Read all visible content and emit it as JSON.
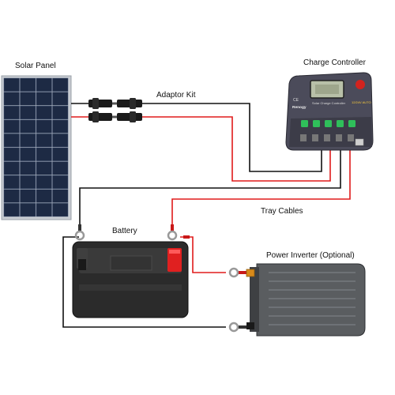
{
  "labels": {
    "solar_panel": "Solar Panel",
    "adaptor_kit": "Adaptor Kit",
    "charge_controller": "Charge Controller",
    "tray_cables": "Tray Cables",
    "battery": "Battery",
    "power_inverter": "Power Inverter (Optional)"
  },
  "controller": {
    "brand": "Renogy",
    "model_text": "Solar Charge Controller",
    "voltage_text": "12/24V AUTO",
    "ce_mark": "CE"
  },
  "colors": {
    "positive_wire": "#e01b1b",
    "negative_wire": "#111111",
    "panel_cell": "#1d2a44",
    "panel_frame": "#c8ccd2",
    "controller_body": "#4b4b5a",
    "controller_button": "#2fbf5a",
    "battery_body": "#2b2b2b",
    "battery_positive_cap": "#e02020",
    "inverter_body": "#5a5d60",
    "inverter_red_terminal": "#d98a1a"
  },
  "icons": {
    "mc4_connector": "mc4-connector-icon",
    "ring_terminal": "ring-terminal-icon"
  }
}
